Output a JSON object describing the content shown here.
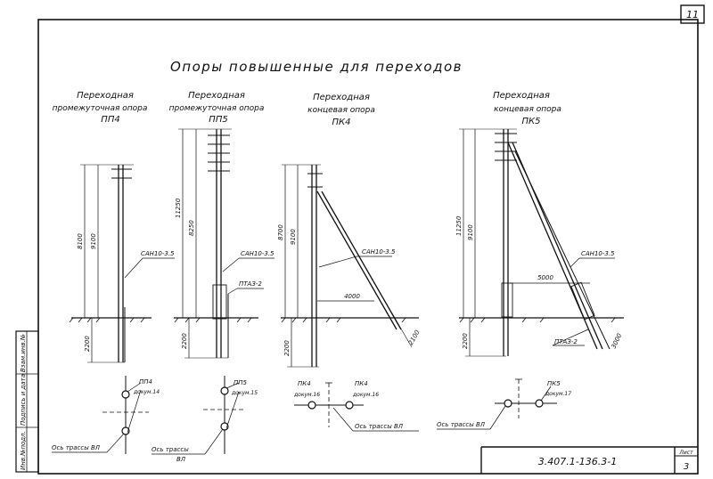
{
  "page_number": "11",
  "title": "Опоры повышенные для переходов",
  "sheet_number_label": "Лист",
  "sheet_number": "3",
  "doc_code": "3.407.1-136.3-1",
  "side_stamp": [
    "Инв.№подл.",
    "Подпись и дата",
    "Взам.инв.№"
  ],
  "supports": [
    {
      "heading": [
        "Переходная",
        "промежуточная опора",
        "ПП4"
      ],
      "wire_label": "САН10-3.5",
      "dims": [
        "8100",
        "9100",
        "2200"
      ],
      "plan_label": "ПП4",
      "plan_sub": "докум.14",
      "axis_label": "Ось трассы ВЛ"
    },
    {
      "heading": [
        "Переходная",
        "промежуточная опора",
        "ПП5"
      ],
      "wire_label": "САН10-3.5",
      "extra_label": "ПТАЗ-2",
      "dims": [
        "11250",
        "8250",
        "2200"
      ],
      "plan_label": "ПП5",
      "plan_sub": "докум.15",
      "axis_label": "Ось трассы",
      "axis_label_2": "ВЛ"
    },
    {
      "heading": [
        "Переходная",
        "концевая опора",
        "ПК4"
      ],
      "wire_label": "САН10-3.5",
      "span_dim": "4000",
      "dims": [
        "8700",
        "9100",
        "2200"
      ],
      "slope_dim": "2100",
      "plan_label_left": "ПК4",
      "plan_sub_left": "докум.16",
      "plan_label_right": "ПК4",
      "plan_sub_right": "докум.16",
      "axis_label": "Ось трассы ВЛ"
    },
    {
      "heading": [
        "Переходная",
        "концевая опора",
        "ПК5"
      ],
      "wire_label": "САН10-3.5",
      "extra_label": "ПТАЗ-2",
      "span_dim": "5000",
      "dims": [
        "11250",
        "9100",
        "2200"
      ],
      "slope_dim": "3000",
      "plan_label": "ПК5",
      "plan_sub": "докум.17",
      "axis_label": "Ось трассы ВЛ"
    }
  ]
}
